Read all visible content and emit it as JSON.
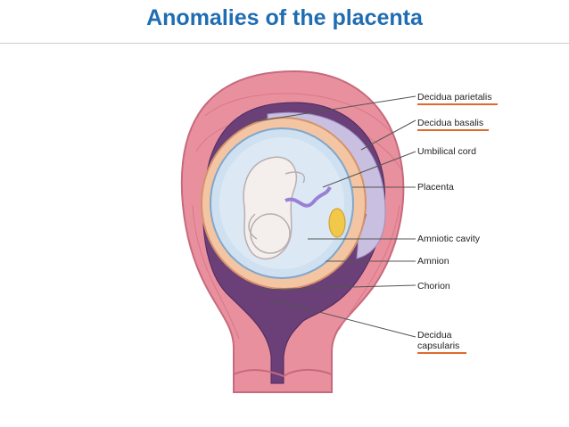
{
  "slide": {
    "title": "Anomalies of the placenta"
  },
  "colors": {
    "title": "#1f6db3",
    "underline": "#e06a2c",
    "uterus": "#e9909f",
    "amnion": "#cfe0f0"
  },
  "labels": [
    {
      "key": "decidua_parietalis",
      "text": "Decidua parietalis",
      "underline": true
    },
    {
      "key": "decidua_basalis",
      "text": "Decidua basalis",
      "underline": true
    },
    {
      "key": "umbilical_cord",
      "text": "Umbilical cord",
      "underline": false
    },
    {
      "key": "placenta",
      "text": "Placenta",
      "underline": false
    },
    {
      "key": "amniotic_cavity",
      "text": "Amniotic cavity",
      "underline": false
    },
    {
      "key": "amnion",
      "text": "Amnion",
      "underline": false
    },
    {
      "key": "chorion",
      "text": "Chorion",
      "underline": false
    },
    {
      "key": "decidua_capsularis_1",
      "text": "Decidua",
      "underline": false
    },
    {
      "key": "decidua_capsularis_2",
      "text": "capsularis",
      "underline": true
    }
  ]
}
